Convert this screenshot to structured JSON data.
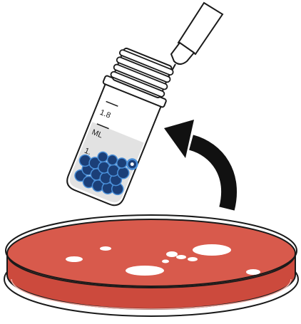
{
  "vial": {
    "volume_mark": "1.8",
    "unit_mark": "ML",
    "lower_mark": "1.",
    "cap_color": "#ffffff",
    "liquid_color": "#cfcfcf",
    "bead_color": "#1b3f78",
    "bead_highlight_color": "#4a8fd8"
  },
  "petri_dish": {
    "agar_color": "#d85a4c",
    "rim_color": "#cc4a3d",
    "colony_color": "#ffffff"
  },
  "arrow": {
    "color": "#111111",
    "direction": "up"
  },
  "pipette": {
    "color": "#ffffff",
    "outline_color": "#1a1a1a"
  }
}
